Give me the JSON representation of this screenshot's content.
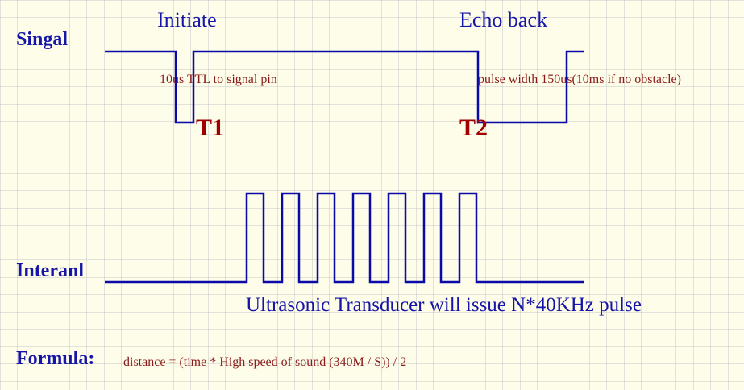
{
  "labels": {
    "signal": "Singal",
    "initiate": "Initiate",
    "echo_back": "Echo back",
    "ttl_note": "10us TTL to signal pin",
    "pulse_note": "pulse width 150us(10ms if no obstacle)",
    "t1": "T1",
    "t2": "T2",
    "internal": "Interanl",
    "transducer_note": "Ultrasonic Transducer will issue N*40KHz pulse",
    "formula_label": "Formula:",
    "formula_text": "distance = (time * High speed of sound (340M / S)) / 2"
  },
  "colors": {
    "background": "#fefde9",
    "grid": "#c8c8c8",
    "waveform": "#0a0aa8",
    "heading_blue": "#1515a8",
    "marker_red": "#a00000",
    "note_red": "#8b1a1a"
  },
  "burst": {
    "pulse_count": 7,
    "frequency": "40KHz"
  }
}
